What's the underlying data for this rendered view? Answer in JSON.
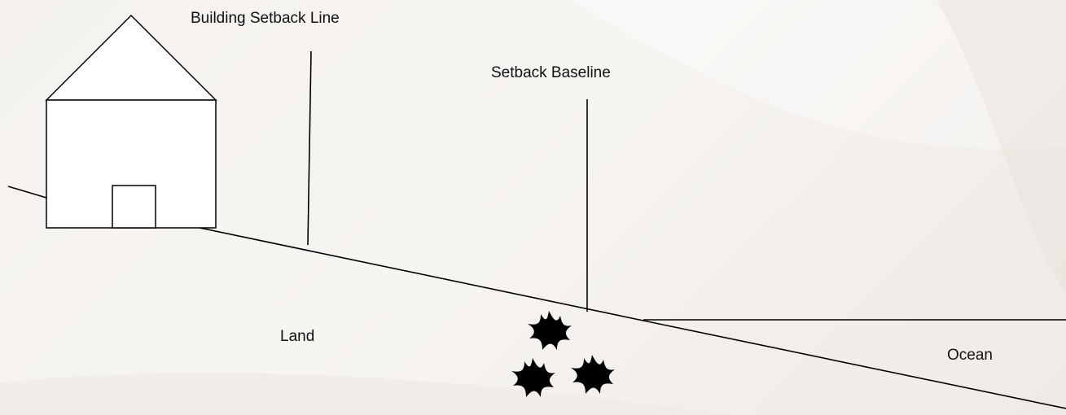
{
  "labels": {
    "building_setback_line": "Building Setback Line",
    "setback_baseline": "Setback Baseline",
    "land": "Land",
    "ocean": "Ocean"
  },
  "colors": {
    "ink": "#000000",
    "house_fill": "#ffffff",
    "background": "#f4f1ee"
  },
  "icons": [
    "house-icon",
    "beach-plant-icon"
  ]
}
